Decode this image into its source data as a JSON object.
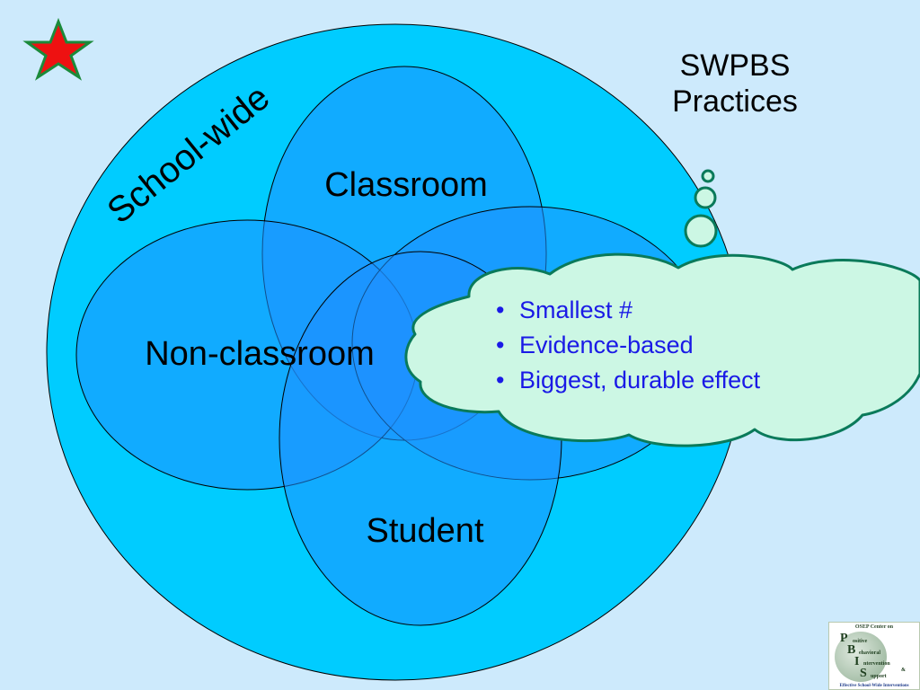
{
  "diagram": {
    "corner_label": "SWPBS\nPractices",
    "outer_label": "School-wide",
    "circles": {
      "classroom": "Classroom",
      "non_classroom": "Non-classroom",
      "student": "Student"
    },
    "callout": {
      "bullets": [
        "Smallest #",
        "Evidence-based",
        "Biggest, durable effect"
      ]
    },
    "logo": {
      "header": "OSEP Center on",
      "words": [
        "ositive",
        "ehavioral",
        "ntervention",
        "upport"
      ],
      "letters": [
        "P",
        "B",
        "I",
        "S"
      ],
      "amp": "&",
      "footer": "Effective School-Wide Interventions"
    }
  },
  "colors": {
    "background": "#cdeafc",
    "outer_circle": "#00ccff",
    "ellipse_fill": "#1f8fff",
    "cloud_fill": "#ccf7e4",
    "cloud_stroke": "#0a7a5a",
    "star": "#ee1111",
    "bullet_text": "#1a1ae6"
  }
}
